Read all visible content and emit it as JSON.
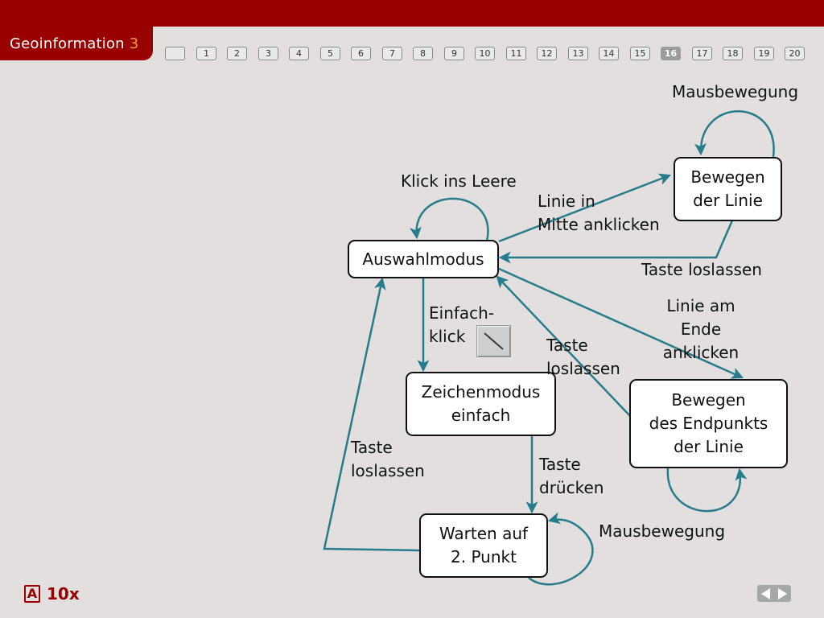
{
  "header": {
    "title": "Geoinformation",
    "number": "3"
  },
  "pagination": {
    "pages": [
      "",
      "1",
      "2",
      "3",
      "4",
      "5",
      "6",
      "7",
      "8",
      "9",
      "10",
      "11",
      "12",
      "13",
      "14",
      "15",
      "16",
      "17",
      "18",
      "19",
      "20"
    ],
    "active_page": "16"
  },
  "diagram": {
    "edge_color": "#267c8c",
    "nodes": {
      "auswahl": "Auswahlmodus",
      "bewegen_linie": "Bewegen\nder Linie",
      "zeichen": "Zeichenmodus\neinfach",
      "warten": "Warten auf\n2. Punkt",
      "endpunkt": "Bewegen\ndes Endpunkts\nder Linie"
    },
    "labels": {
      "mausbewegung_top": "Mausbewegung",
      "klick_leere": "Klick ins Leere",
      "linie_mitte": "Linie in\nMitte anklicken",
      "taste_loslassen_1": "Taste loslassen",
      "linie_ende": "Linie am\nEnde\nanklicken",
      "einfach_klick": "Einfach-\nklick",
      "taste_loslassen_2": "Taste\nloslassen",
      "taste_loslassen_3": "Taste\nloslassen",
      "taste_druecken": "Taste\ndrücken",
      "mausbewegung_bottom": "Mausbewegung"
    },
    "tool_icon": "line-tool-icon"
  },
  "footer": {
    "badge": "A",
    "count": "10x"
  }
}
